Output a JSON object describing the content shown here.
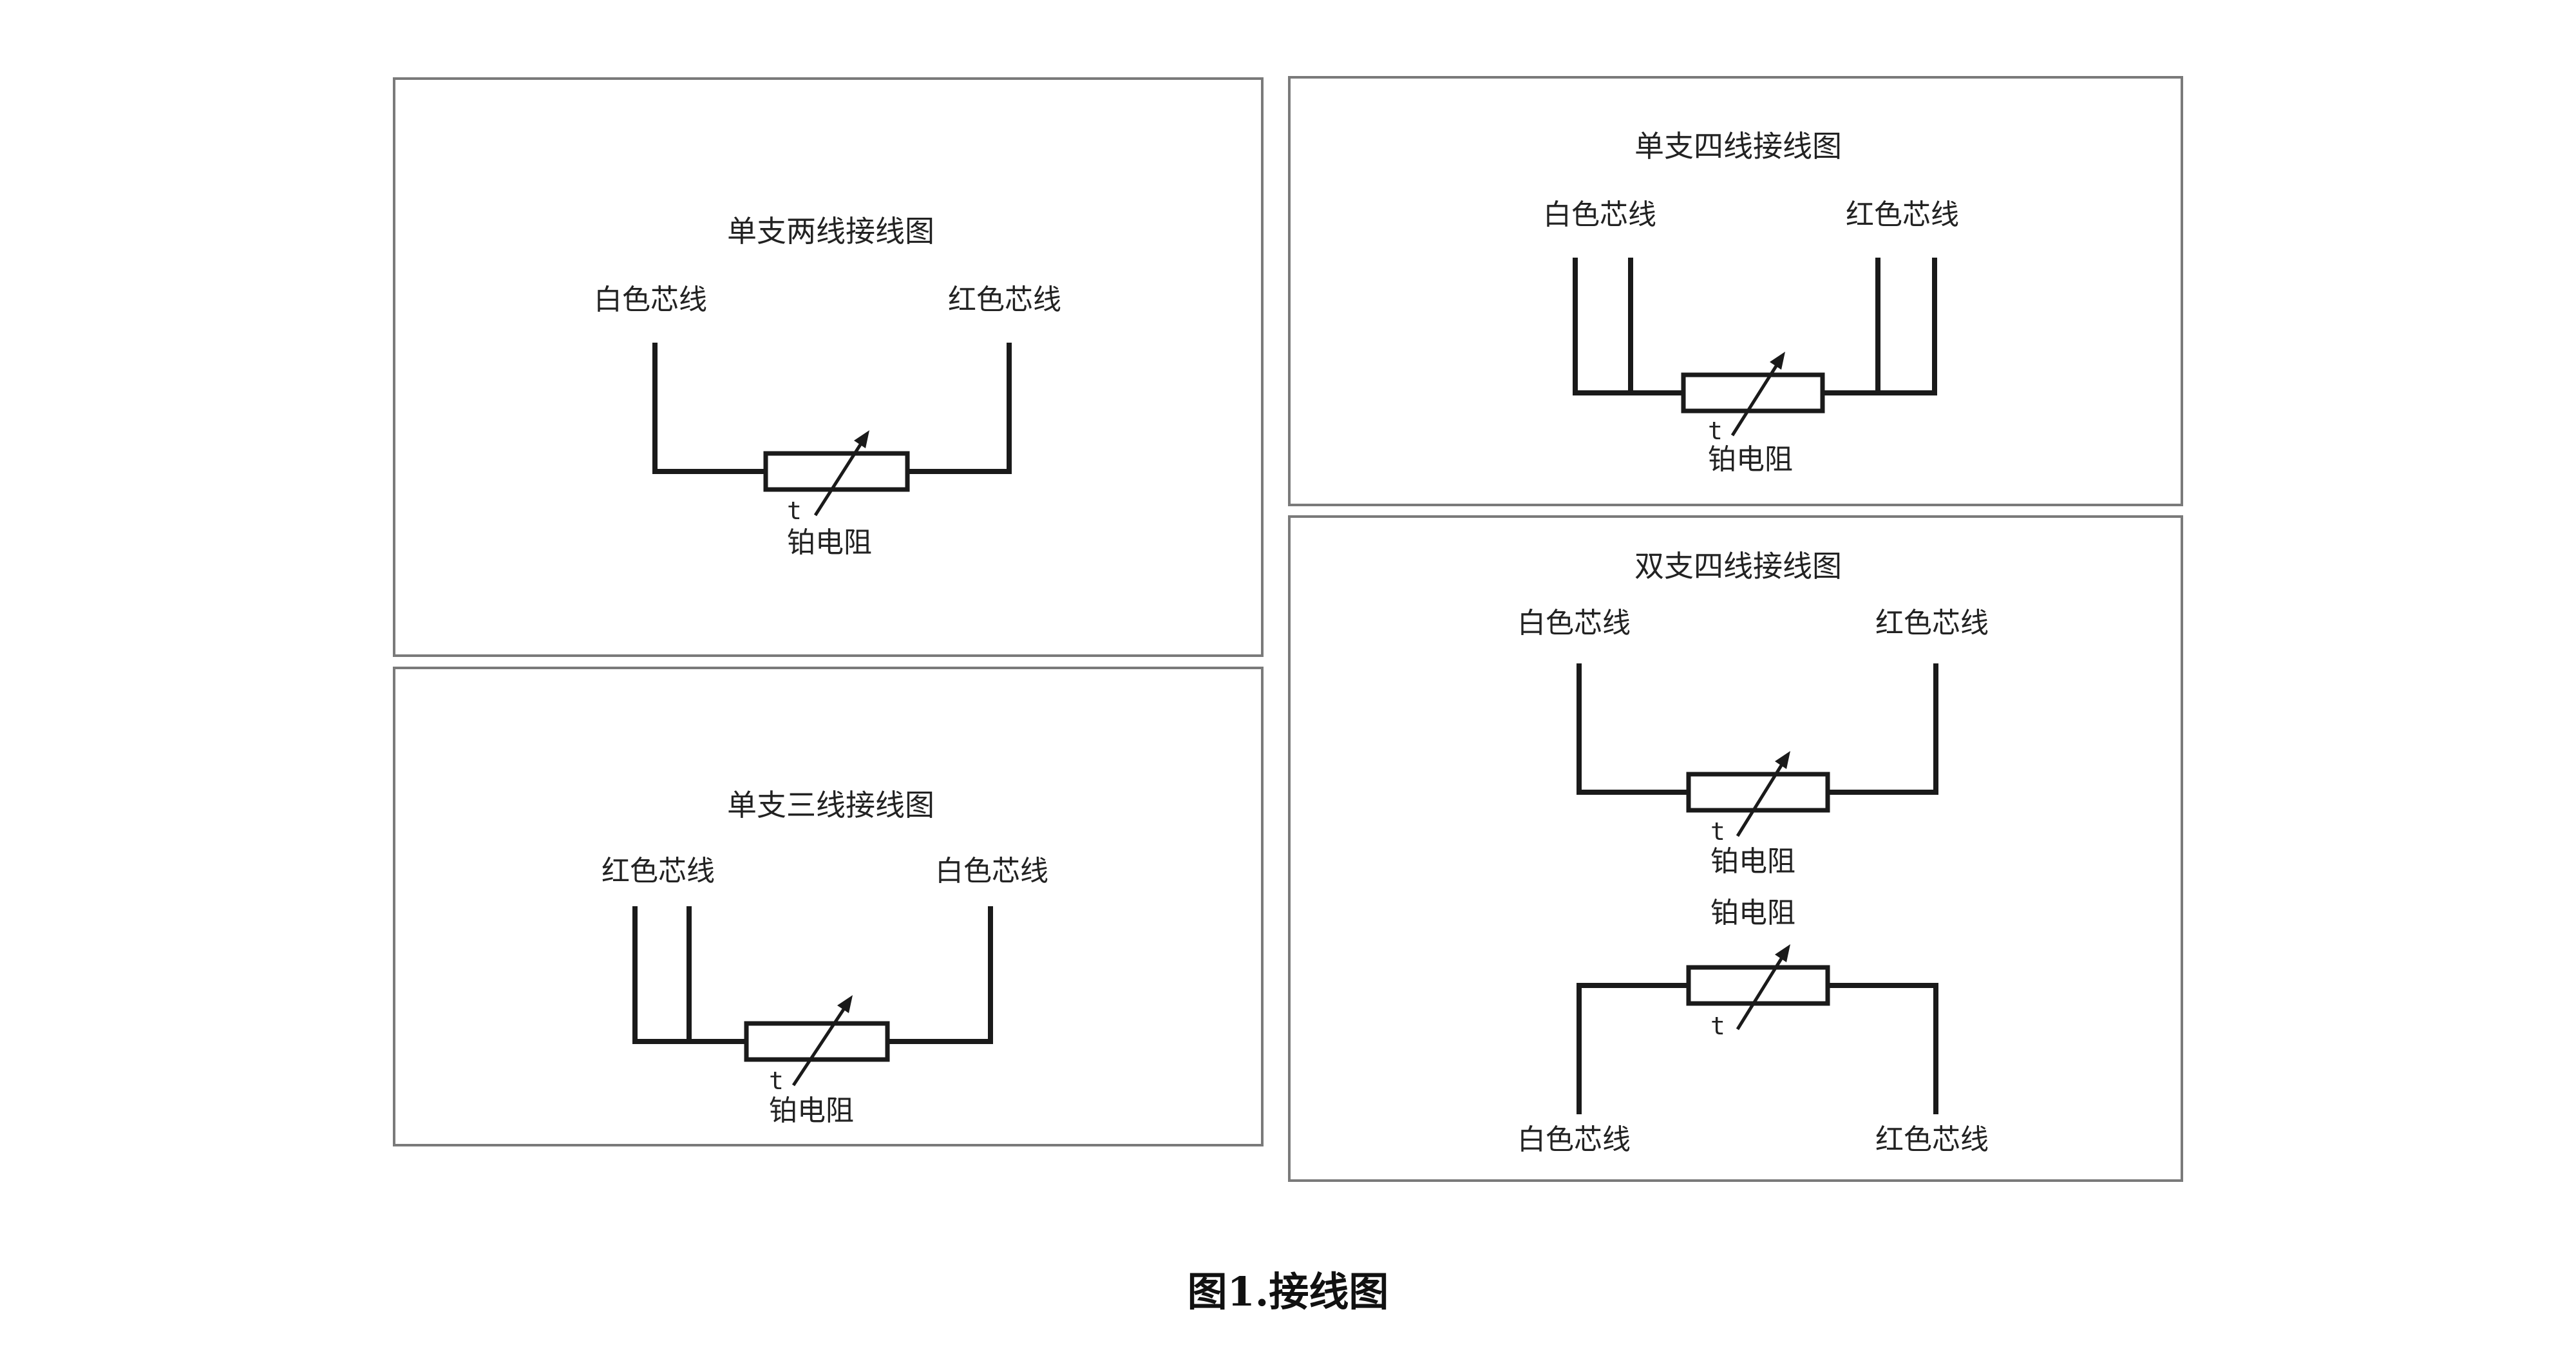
{
  "figure_caption": "图1.接线图",
  "panels": {
    "two_wire": {
      "title": "单支两线接线图",
      "left_wire": "白色芯线",
      "right_wire": "红色芯线",
      "resistor_label": "铂电阻",
      "temp_mark": "t"
    },
    "three_wire": {
      "title": "单支三线接线图",
      "left_wire": "红色芯线",
      "right_wire": "白色芯线",
      "resistor_label": "铂电阻",
      "temp_mark": "t"
    },
    "four_wire": {
      "title": "单支四线接线图",
      "left_wire": "白色芯线",
      "right_wire": "红色芯线",
      "resistor_label": "铂电阻",
      "temp_mark": "t"
    },
    "dual_four_wire": {
      "title": "双支四线接线图",
      "upper": {
        "left_wire": "白色芯线",
        "right_wire": "红色芯线",
        "resistor_label": "铂电阻",
        "temp_mark": "t"
      },
      "lower": {
        "resistor_label": "铂电阻",
        "temp_mark": "t",
        "left_wire": "白色芯线",
        "right_wire": "红色芯线"
      }
    }
  }
}
